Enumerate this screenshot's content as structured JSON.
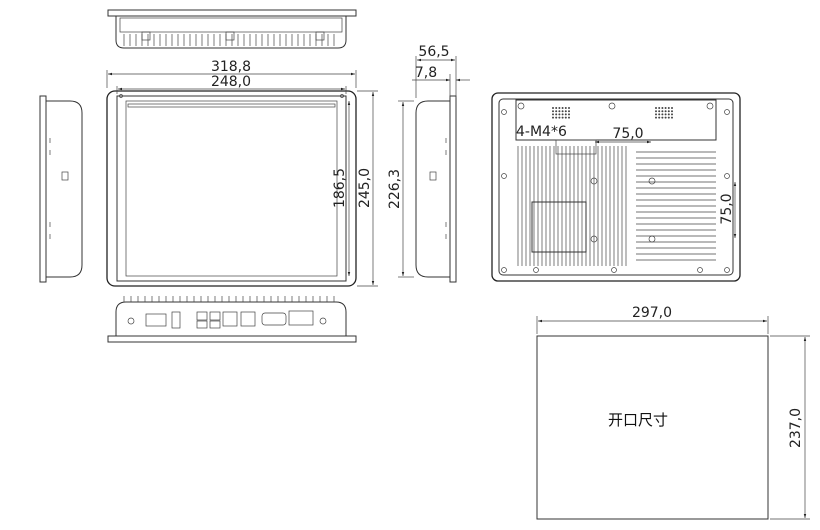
{
  "dimensions": {
    "overall_width": "318,8",
    "screen_width": "248,0",
    "depth": "56,5",
    "bezel_depth": "7,8",
    "screen_height": "186,5",
    "overall_height": "245,0",
    "side_height": "226,3",
    "mount_label": "4-M4*6",
    "mount_h_spacing": "75,0",
    "mount_v_spacing": "75,0",
    "cutout_width": "297,0",
    "cutout_height": "237,0"
  },
  "cutout_label": "开口尺寸"
}
